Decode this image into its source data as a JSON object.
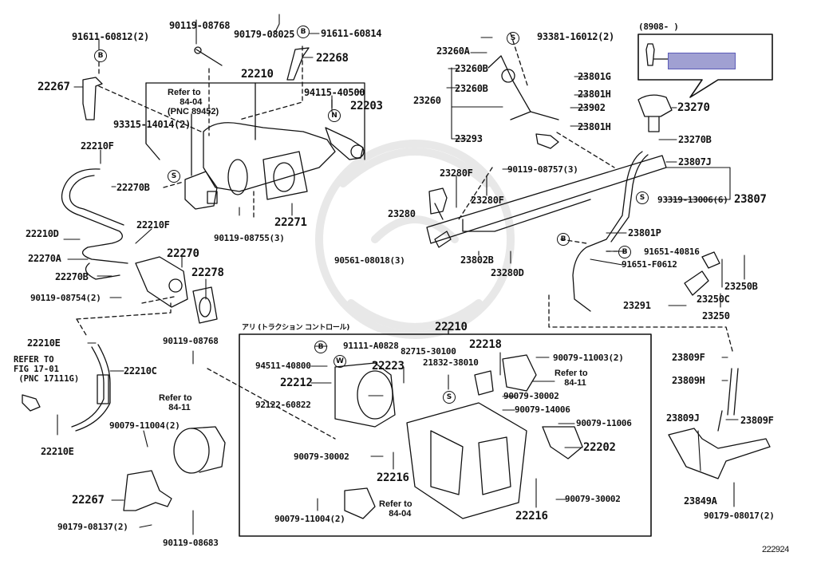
{
  "diagram": {
    "diagram_id": "222924",
    "date_range_label": "(8908-      )",
    "traction_control_header": "アリ (トラクション  コントロール)",
    "highlight_color": "#a0a0d2",
    "notes": {
      "refer_84_04_pnc": "Refer to\n     84-04\n(PNC 89452)",
      "refer_fig_17_01": "REFER TO\nFIG 17-01\n (PNC 17111G)",
      "refer_84_11_left": "Refer to\n    84-11",
      "refer_84_11_right": "Refer to\n    84-11",
      "refer_84_04_bottom": "Refer to\n    84-04"
    },
    "symbols": {
      "B": "B",
      "S": "S",
      "N": "N",
      "W": "W"
    },
    "parts": [
      {
        "id": "p1",
        "label": "91611-60812(2)"
      },
      {
        "id": "p2",
        "label": "90119-08768"
      },
      {
        "id": "p3",
        "label": "90179-08025"
      },
      {
        "id": "p4",
        "label": "91611-60814"
      },
      {
        "id": "p5",
        "label": "22268"
      },
      {
        "id": "p6",
        "label": "22267"
      },
      {
        "id": "p7",
        "label": "22210"
      },
      {
        "id": "p8",
        "label": "94115-40500"
      },
      {
        "id": "p9",
        "label": "22203"
      },
      {
        "id": "p10",
        "label": "93315-14014(2)"
      },
      {
        "id": "p11",
        "label": "22210F"
      },
      {
        "id": "p12",
        "label": "22270B"
      },
      {
        "id": "p13",
        "label": "22210D"
      },
      {
        "id": "p14",
        "label": "22210F"
      },
      {
        "id": "p15",
        "label": "22270A"
      },
      {
        "id": "p16",
        "label": "22270"
      },
      {
        "id": "p17",
        "label": "22270B"
      },
      {
        "id": "p18",
        "label": "22278"
      },
      {
        "id": "p19",
        "label": "90119-08754(2)"
      },
      {
        "id": "p20",
        "label": "90119-08755(3)"
      },
      {
        "id": "p21",
        "label": "22271"
      },
      {
        "id": "p22",
        "label": "23260A"
      },
      {
        "id": "p23",
        "label": "93381-16012(2)"
      },
      {
        "id": "p24",
        "label": "23260B"
      },
      {
        "id": "p25",
        "label": "23260B"
      },
      {
        "id": "p26",
        "label": "23260"
      },
      {
        "id": "p27",
        "label": "23293"
      },
      {
        "id": "p28",
        "label": "23801G"
      },
      {
        "id": "p29",
        "label": "23801H"
      },
      {
        "id": "p30",
        "label": "23902"
      },
      {
        "id": "p31",
        "label": "23801H"
      },
      {
        "id": "p32",
        "label": "23270"
      },
      {
        "id": "p33",
        "label": "23270B"
      },
      {
        "id": "p34",
        "label": "23807J"
      },
      {
        "id": "p35",
        "label": "23280F"
      },
      {
        "id": "p36",
        "label": "90119-08757(3)"
      },
      {
        "id": "p37",
        "label": "23280F"
      },
      {
        "id": "p38",
        "label": "23280"
      },
      {
        "id": "p39",
        "label": "93319-13006(6)"
      },
      {
        "id": "p40",
        "label": "23807"
      },
      {
        "id": "p41",
        "label": "23801P"
      },
      {
        "id": "p42",
        "label": "90561-08018(3)"
      },
      {
        "id": "p43",
        "label": "23802B"
      },
      {
        "id": "p44",
        "label": "23280D"
      },
      {
        "id": "p45",
        "label": "91651-40816"
      },
      {
        "id": "p46",
        "label": "91651-F0612"
      },
      {
        "id": "p47",
        "label": "23250B"
      },
      {
        "id": "p48",
        "label": "23250C"
      },
      {
        "id": "p49",
        "label": "23291"
      },
      {
        "id": "p50",
        "label": "23250"
      },
      {
        "id": "p51",
        "label": "22210E"
      },
      {
        "id": "p52",
        "label": "22210C"
      },
      {
        "id": "p53",
        "label": "22210E"
      },
      {
        "id": "p54",
        "label": "90119-08768"
      },
      {
        "id": "p55",
        "label": "90079-11004(2)"
      },
      {
        "id": "p56",
        "label": "22267"
      },
      {
        "id": "p57",
        "label": "90179-08137(2)"
      },
      {
        "id": "p58",
        "label": "90119-08683"
      },
      {
        "id": "p59",
        "label": "22210"
      },
      {
        "id": "p60",
        "label": "91111-A0828"
      },
      {
        "id": "p61",
        "label": "82715-30100"
      },
      {
        "id": "p62",
        "label": "22218"
      },
      {
        "id": "p63",
        "label": "94511-40800"
      },
      {
        "id": "p64",
        "label": "22223"
      },
      {
        "id": "p65",
        "label": "21832-38010"
      },
      {
        "id": "p66",
        "label": "90079-11003(2)"
      },
      {
        "id": "p67",
        "label": "22212"
      },
      {
        "id": "p68",
        "label": "92122-60822"
      },
      {
        "id": "p69",
        "label": "90079-30002"
      },
      {
        "id": "p70",
        "label": "90079-14006"
      },
      {
        "id": "p71",
        "label": "90079-11006"
      },
      {
        "id": "p72",
        "label": "22202"
      },
      {
        "id": "p73",
        "label": "90079-30002"
      },
      {
        "id": "p74",
        "label": "22216"
      },
      {
        "id": "p75",
        "label": "90079-11004(2)"
      },
      {
        "id": "p76",
        "label": "90079-30002"
      },
      {
        "id": "p77",
        "label": "22216"
      },
      {
        "id": "p78",
        "label": "23809F"
      },
      {
        "id": "p79",
        "label": "23809H"
      },
      {
        "id": "p80",
        "label": "23809J"
      },
      {
        "id": "p81",
        "label": "23809F"
      },
      {
        "id": "p82",
        "label": "23849A"
      },
      {
        "id": "p83",
        "label": "90179-08017(2)"
      }
    ]
  }
}
